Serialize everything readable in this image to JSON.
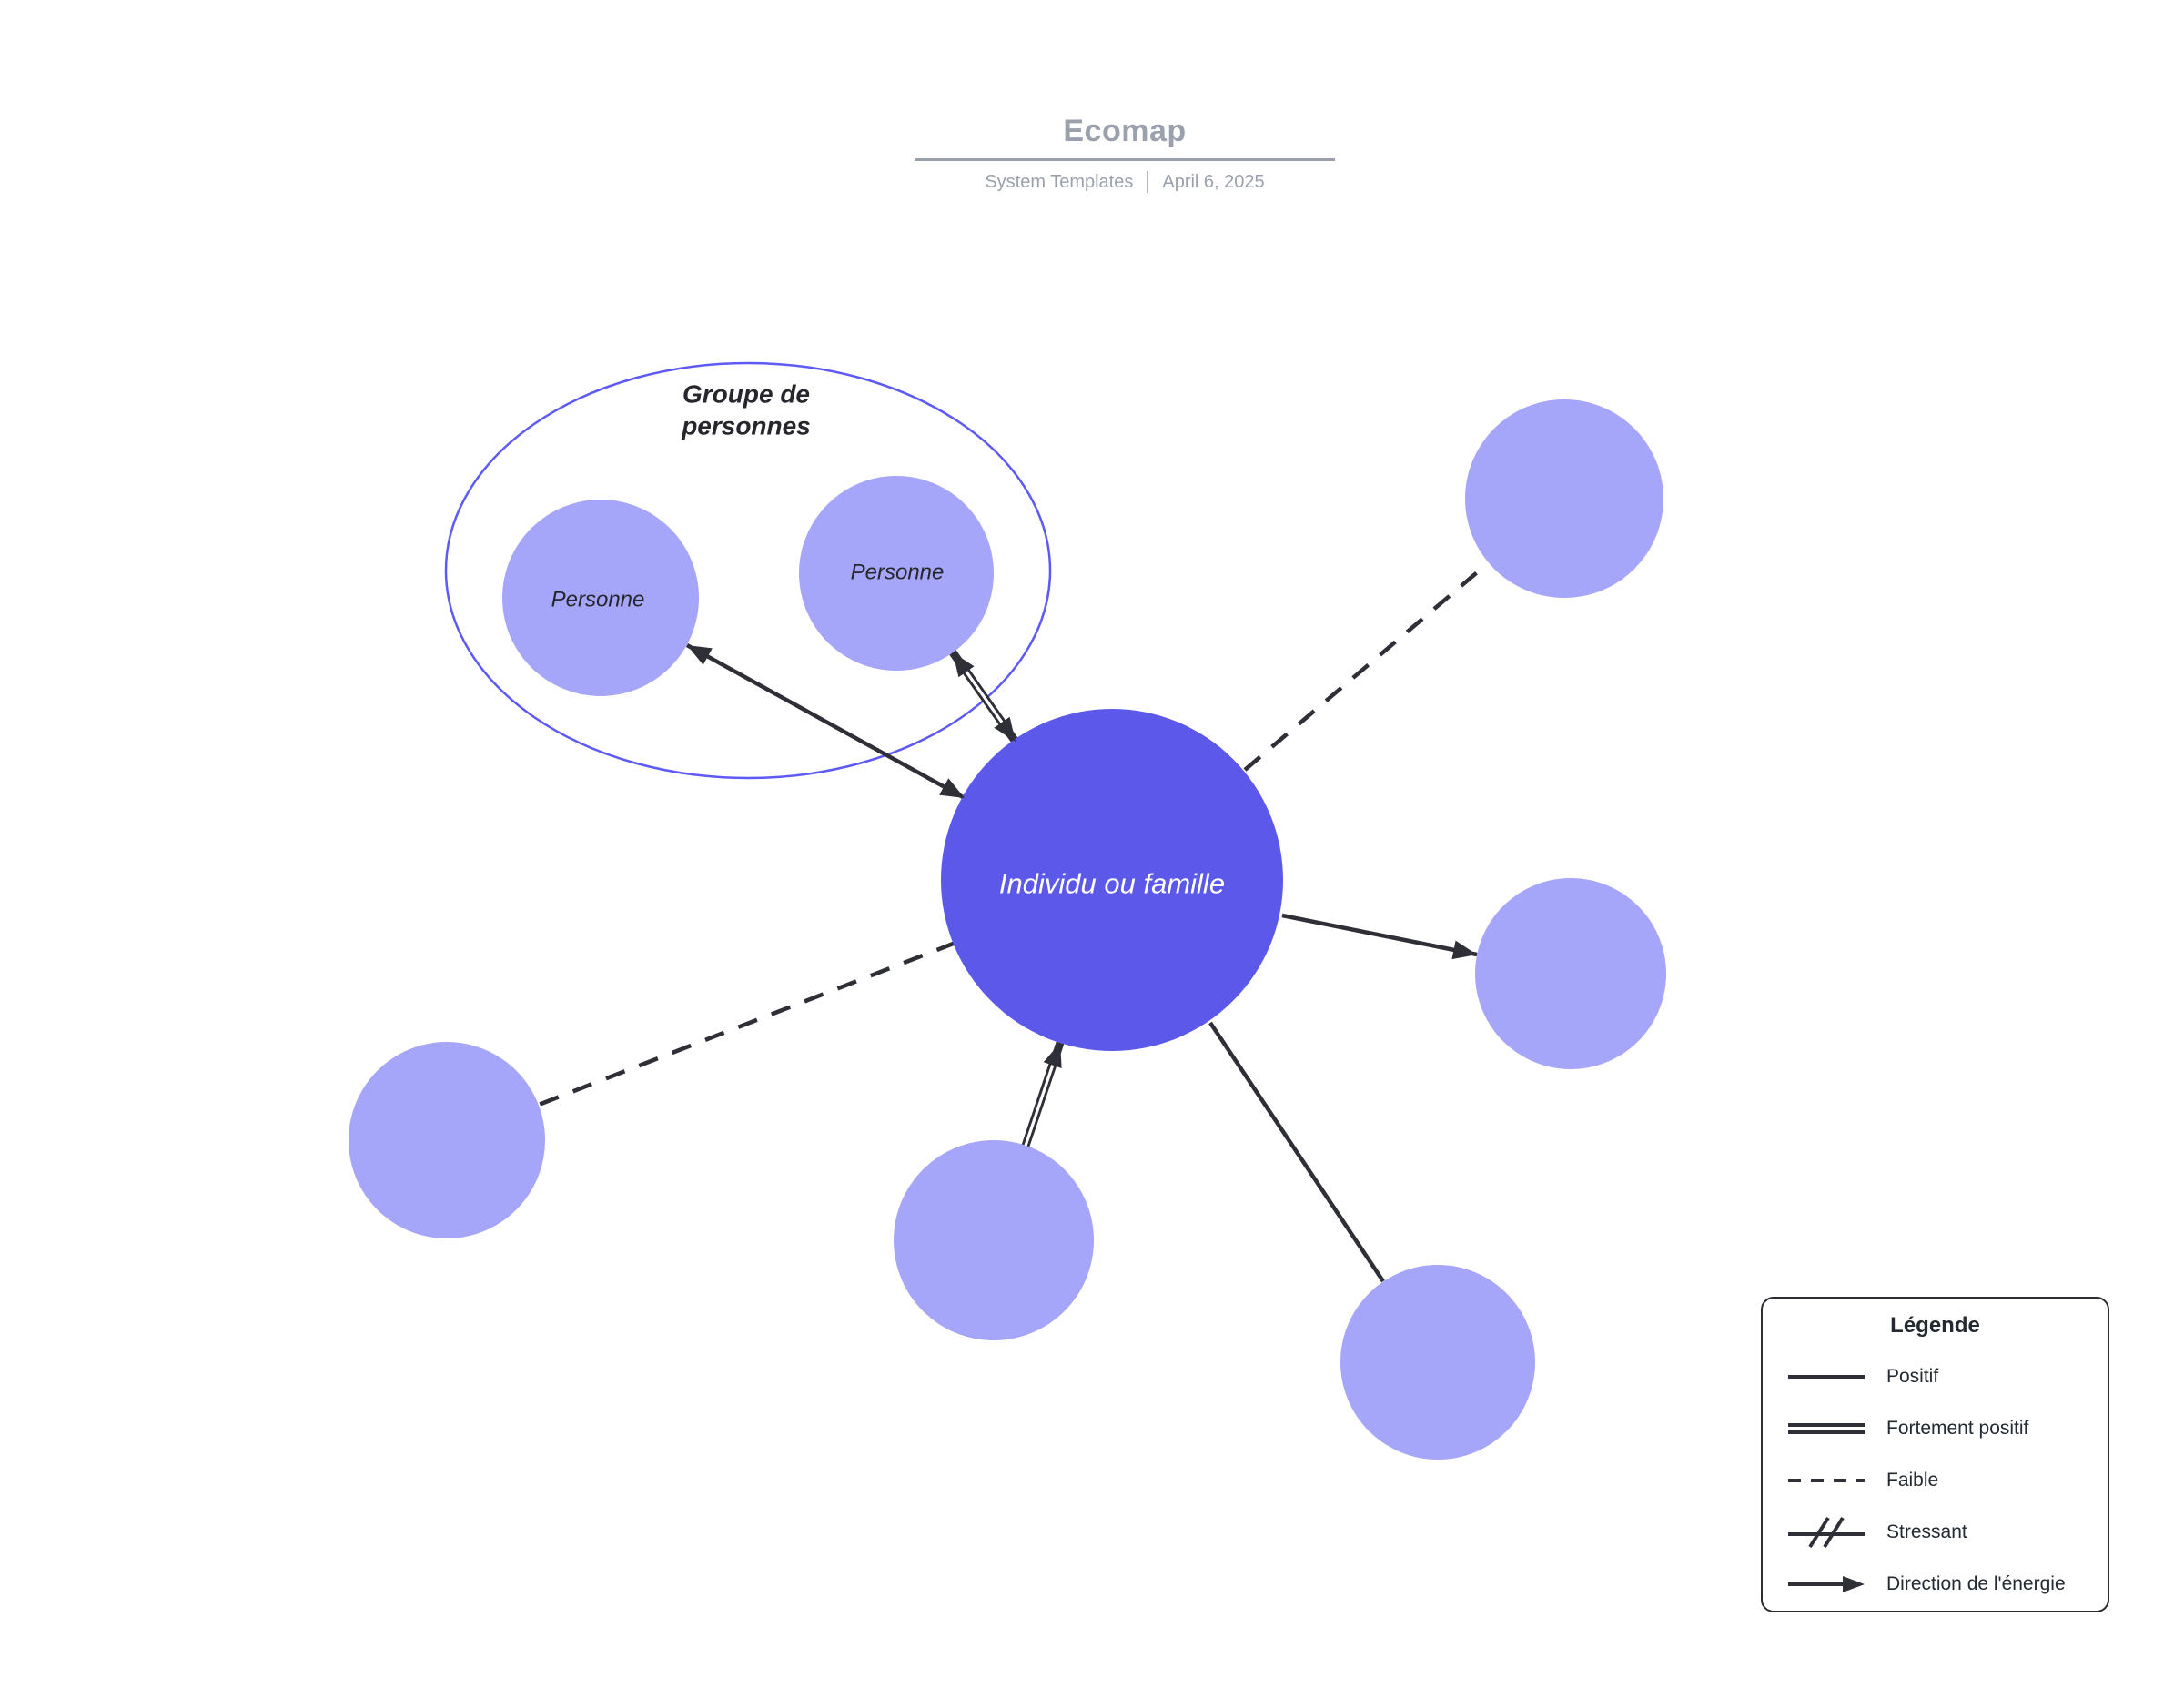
{
  "header": {
    "title": "Ecomap",
    "subtitle_left": "System Templates",
    "subtitle_right": "April 6, 2025"
  },
  "diagram": {
    "group_label_line1": "Groupe de",
    "group_label_line2": "personnes",
    "persons": [
      "Personne",
      "Personne"
    ],
    "central_label": "Individu ou famille"
  },
  "legend": {
    "title": "Légende",
    "items": [
      {
        "symbol": "solid-line",
        "label": "Positif"
      },
      {
        "symbol": "double-line",
        "label": "Fortement positif"
      },
      {
        "symbol": "dashed-line",
        "label": "Faible"
      },
      {
        "symbol": "hatched-line",
        "label": "Stressant"
      },
      {
        "symbol": "arrow",
        "label": "Direction de l'énergie"
      }
    ]
  },
  "colors": {
    "central_node": "#5b58ea",
    "light_node": "#a5a5fa",
    "group_outline": "#5e5af5",
    "connection": "#2f2f37",
    "header_gray": "#9aa1ad",
    "text_dark": "#26262c",
    "legend_border": "#2c2c33",
    "legend_text": "#242a31"
  }
}
